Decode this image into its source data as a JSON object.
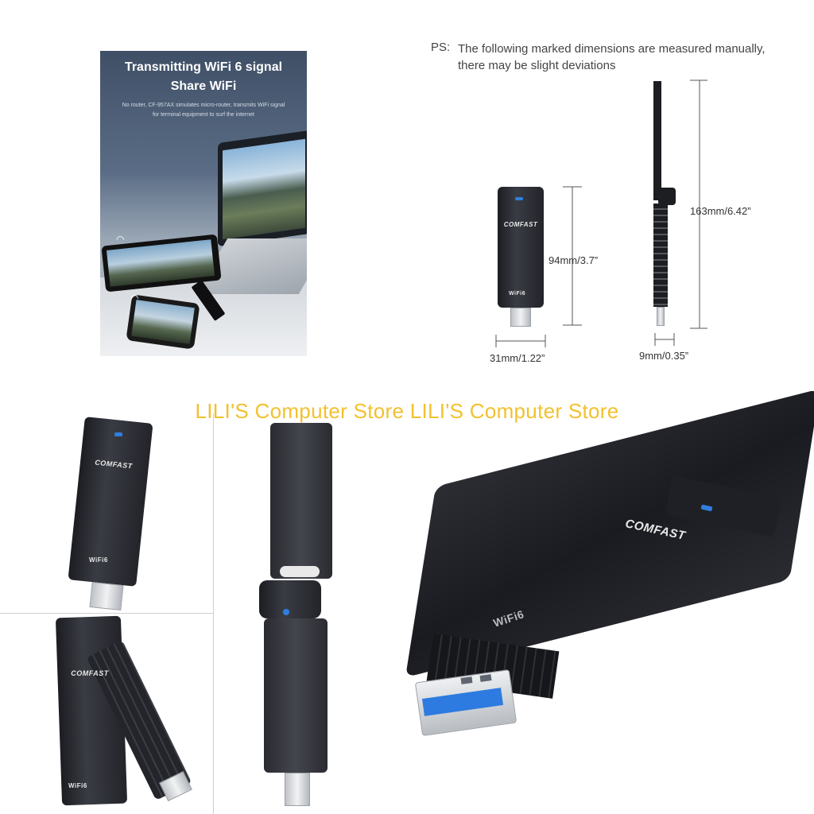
{
  "promo": {
    "title_line1": "Transmitting WiFi 6 signal",
    "title_line2": "Share WiFi",
    "sub_line1": "No router, CF-957AX simulates micro-router, transmits WiFi signal",
    "sub_line2": "for terminal equipment to surf the internet"
  },
  "note": {
    "label": "PS:",
    "line1": "The following marked dimensions are measured manually,",
    "line2": "there may be slight deviations"
  },
  "dimensions": {
    "height_folded": "94mm/3.7”",
    "width": "31mm/1.22”",
    "height_extended": "163mm/6.42”",
    "thickness": "9mm/0.35”"
  },
  "device": {
    "brand": "COMFAST",
    "badge": "WiFi6"
  },
  "watermark": "LILI'S Computer Store LILI'S Computer Store"
}
